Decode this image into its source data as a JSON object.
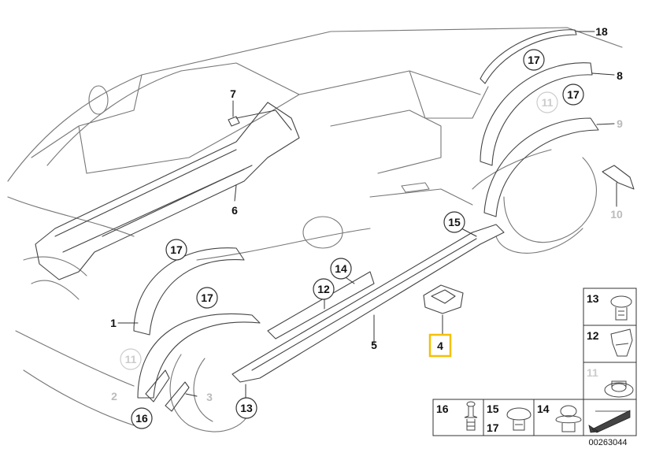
{
  "diagram": {
    "drawing_number": "00263044",
    "highlight_color": "#f5c000",
    "callouts": {
      "c1": "1",
      "c2": "2",
      "c3": "3",
      "c4": "4",
      "c5": "5",
      "c6": "6",
      "c7": "7",
      "c8": "8",
      "c9": "9",
      "c10": "10",
      "c11a": "11",
      "c11b": "11",
      "c12": "12",
      "c13": "13",
      "c14": "14",
      "c15": "15",
      "c16": "16",
      "c17a": "17",
      "c17b": "17",
      "c17c": "17",
      "c17d": "17",
      "c18": "18"
    },
    "legend": {
      "r13": "13",
      "r12": "12",
      "r11": "11",
      "b16": "16",
      "b15": "15",
      "b17": "17",
      "b14": "14"
    }
  }
}
